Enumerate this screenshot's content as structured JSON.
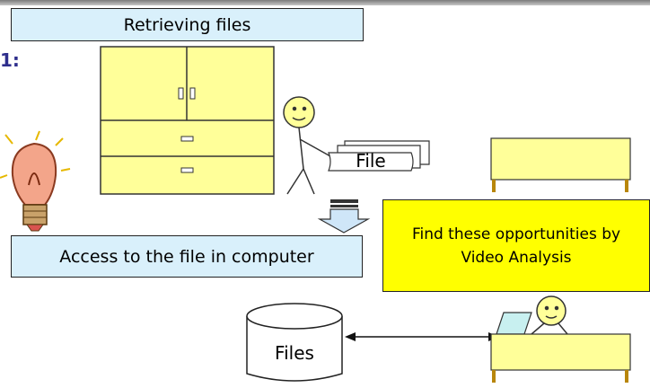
{
  "slide": {
    "heading_fragment": "1:",
    "title": "Retrieving files",
    "access_label": "Access to the file in computer",
    "find_label": "Find these opportunities by Video Analysis",
    "file_label": "File",
    "files_label": "Files"
  },
  "colors": {
    "cabinet_fill": "#ffff99",
    "title_box_fill": "#d9f0fb",
    "highlight_fill": "#ffff00",
    "desk_fill": "#ffff99",
    "arrow_fill": "#cfe6f8",
    "heading_color": "#2e2e8c"
  },
  "icons": [
    "lightbulb-icon",
    "filing-cabinet-icon",
    "stick-figure-icon",
    "file-stack-icon",
    "down-arrow-icon",
    "desk-icon",
    "database-cylinder-icon",
    "laptop-icon",
    "double-arrow-icon"
  ]
}
